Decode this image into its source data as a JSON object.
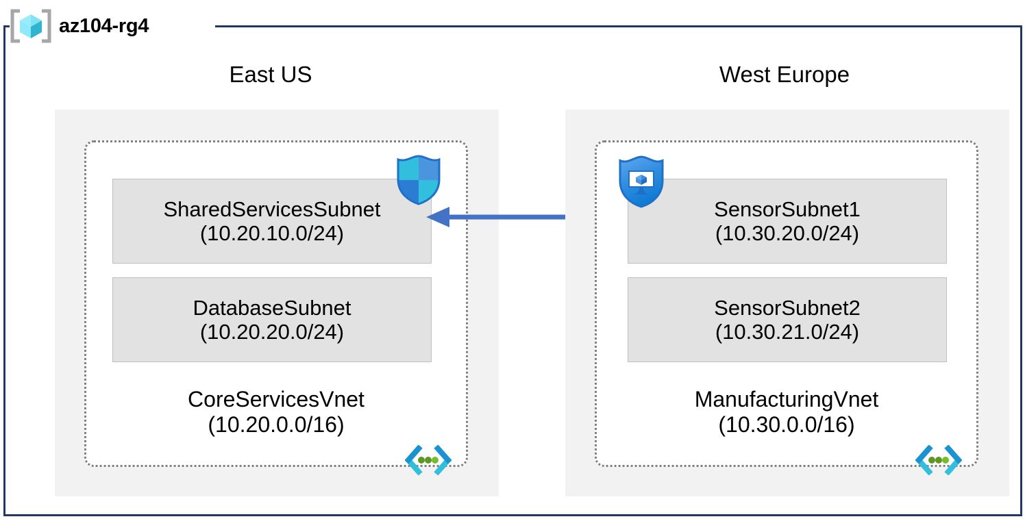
{
  "diagram": {
    "title": "az104-rg4",
    "frame_color": "#1F3864",
    "region_box_color": "#F2F2F2",
    "subnet_box_color": "#E2E2E2",
    "vnet_border_color": "#7F7F7F",
    "arrow_color": "#4472C4",
    "rg_icon_name": "resource-group-icon"
  },
  "regions": [
    {
      "label": "East US",
      "vnet": {
        "name": "CoreServicesVnet",
        "cidr": "(10.20.0.0/16)",
        "icon_name": "virtual-network-icon",
        "subnets": [
          {
            "name": "SharedServicesSubnet",
            "cidr": "(10.20.10.0/24)",
            "badge_icon_name": "network-security-group-shield-icon"
          },
          {
            "name": "DatabaseSubnet",
            "cidr": "(10.20.20.0/24)",
            "badge_icon_name": null
          }
        ]
      }
    },
    {
      "label": "West Europe",
      "vnet": {
        "name": "ManufacturingVnet",
        "cidr": "(10.30.0.0/16)",
        "icon_name": "virtual-network-icon",
        "subnets": [
          {
            "name": "SensorSubnet1",
            "cidr": "(10.30.20.0/24)",
            "badge_icon_name": "vm-security-shield-icon"
          },
          {
            "name": "SensorSubnet2",
            "cidr": "(10.30.21.0/24)",
            "badge_icon_name": null
          }
        ]
      }
    }
  ],
  "connection": {
    "name": "vnet-peering-arrow",
    "direction": "right-to-left",
    "from": "SensorSubnet1",
    "to": "SharedServicesSubnet",
    "color": "#4472C4"
  }
}
